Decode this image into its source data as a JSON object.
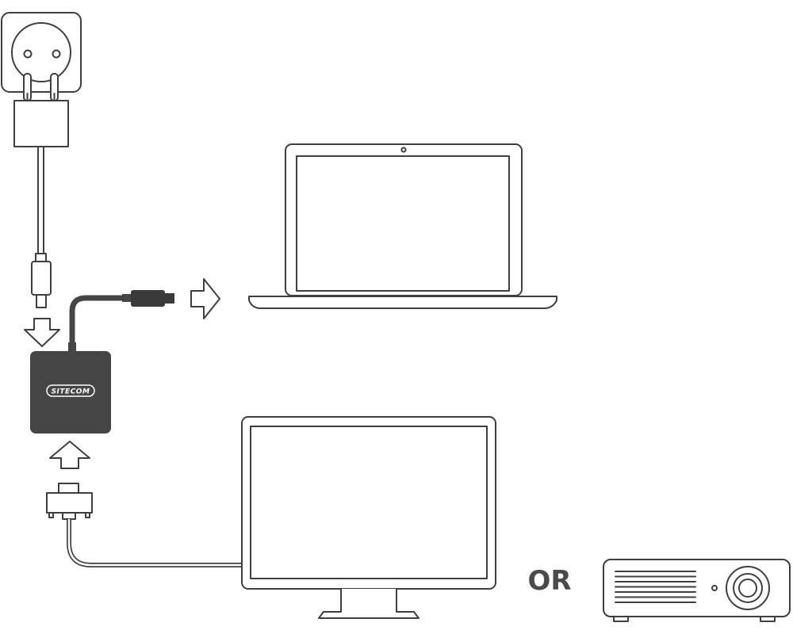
{
  "diagram": {
    "or_label": "OR",
    "brand_label": "SITECOM",
    "colors": {
      "outline": "#3f3f3f",
      "adapter_body": "#454545",
      "usb_c_plug": "#3a3a3a",
      "background": "#ffffff"
    },
    "icons": {
      "wall_socket": "wall-socket-icon",
      "power_adapter": "power-adapter-icon",
      "usb_c_plug_power": "usb-c-plug-icon",
      "hub_adapter": "usb-c-hub-adapter",
      "laptop": "laptop-icon",
      "monitor": "monitor-icon",
      "projector": "projector-icon",
      "vga_connector": "vga-connector-icon"
    }
  }
}
